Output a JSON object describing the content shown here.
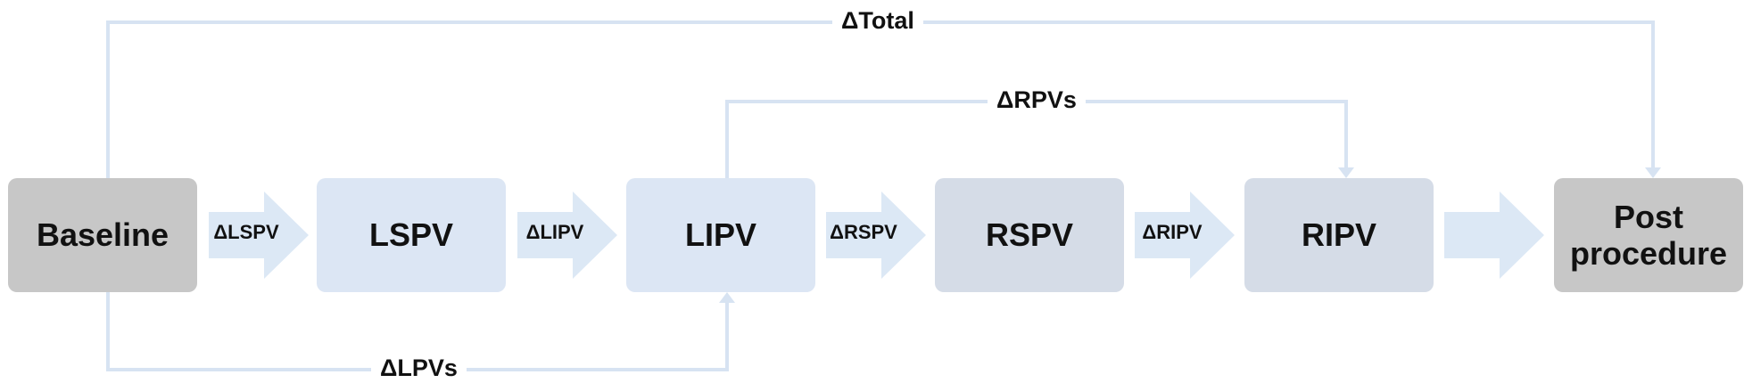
{
  "colors": {
    "connector": "#d7e3f2",
    "flow_arrow": "#dce8f5",
    "box_gray": "#c7c7c7",
    "box_light": "#dce6f4",
    "box_mid": "#d5dce7"
  },
  "boxes": {
    "baseline": "Baseline",
    "lspv": "LSPV",
    "lipv": "LIPV",
    "rspv": "RSPV",
    "ripv": "RIPV",
    "post_line1": "Post",
    "post_line2": "procedure"
  },
  "arrows": {
    "a1": "ΔLSPV",
    "a2": "ΔLIPV",
    "a3": "ΔRSPV",
    "a4": "ΔRIPV",
    "a5": ""
  },
  "brackets": {
    "total": "ΔTotal",
    "rpvs": "ΔRPVs",
    "lpvs": "ΔLPVs"
  }
}
